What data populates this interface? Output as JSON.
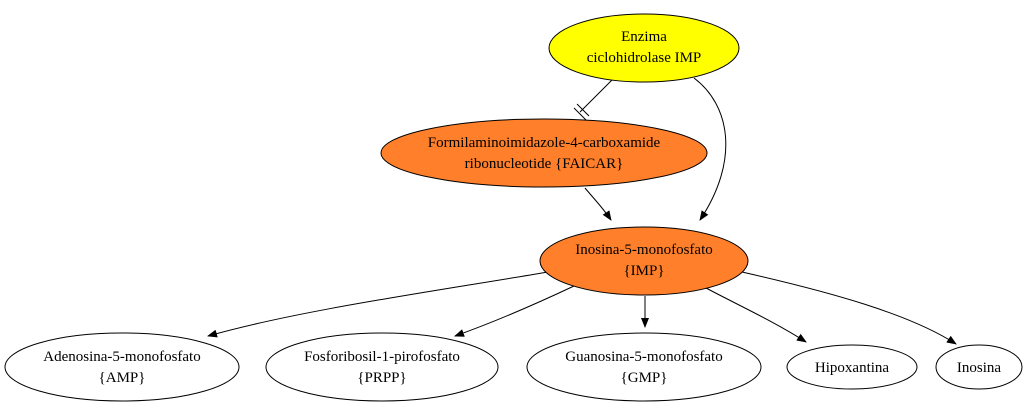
{
  "diagram": {
    "colors": {
      "enzyme": "#ffff00",
      "highlight": "#ff7f2a",
      "plain": "#ffffff",
      "stroke": "#000000"
    },
    "nodes": {
      "enzima": {
        "line1": "Enzima",
        "line2": "ciclohidrolase IMP"
      },
      "faicar": {
        "line1": "Formilaminoimidazole-4-carboxamide",
        "line2": "ribonucleotide {FAICAR}"
      },
      "imp": {
        "line1": "Inosina-5-monofosfato",
        "line2": "{IMP}"
      },
      "amp": {
        "line1": "Adenosina-5-monofosfato",
        "line2": "{AMP}"
      },
      "prpp": {
        "line1": "Fosforibosil-1-pirofosfato",
        "line2": "{PRPP}"
      },
      "gmp": {
        "line1": "Guanosina-5-monofosfato",
        "line2": "{GMP}"
      },
      "hipoxantina": {
        "line1": "Hipoxantina"
      },
      "inosina": {
        "line1": "Inosina"
      }
    },
    "edges": [
      {
        "from": "enzima",
        "to": "faicar",
        "type": "inhibition"
      },
      {
        "from": "enzima",
        "to": "imp",
        "type": "arrow"
      },
      {
        "from": "faicar",
        "to": "imp",
        "type": "arrow"
      },
      {
        "from": "imp",
        "to": "amp",
        "type": "arrow"
      },
      {
        "from": "imp",
        "to": "prpp",
        "type": "arrow"
      },
      {
        "from": "imp",
        "to": "gmp",
        "type": "arrow"
      },
      {
        "from": "imp",
        "to": "hipoxantina",
        "type": "arrow"
      },
      {
        "from": "imp",
        "to": "inosina",
        "type": "arrow"
      }
    ]
  }
}
